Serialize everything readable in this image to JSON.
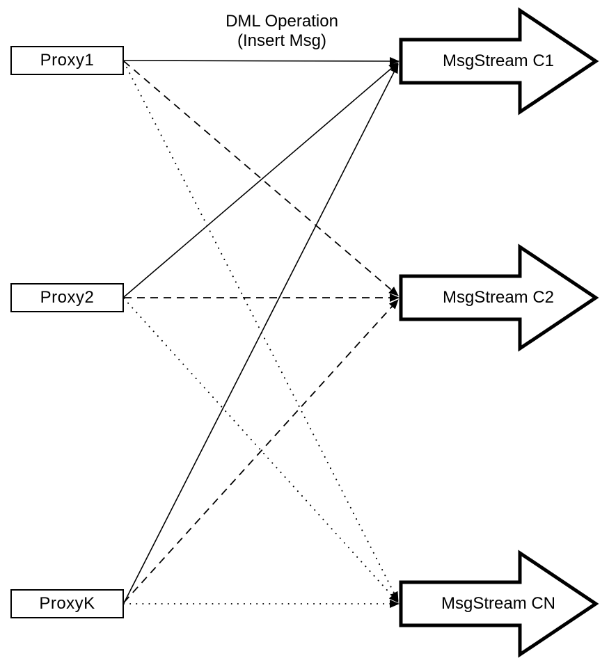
{
  "diagram": {
    "title": {
      "line1": "DML Operation",
      "line2": "(Insert Msg)"
    },
    "proxies": [
      {
        "id": "proxy1",
        "label": "Proxy1"
      },
      {
        "id": "proxy2",
        "label": "Proxy2"
      },
      {
        "id": "proxyk",
        "label": "ProxyK"
      }
    ],
    "streams": [
      {
        "id": "c1",
        "label": "MsgStream C1"
      },
      {
        "id": "c2",
        "label": "MsgStream C2"
      },
      {
        "id": "cn",
        "label": "MsgStream CN"
      }
    ],
    "connections": [
      {
        "from": "Proxy1",
        "to": "MsgStream C1",
        "line": "solid"
      },
      {
        "from": "Proxy1",
        "to": "MsgStream C2",
        "line": "dashed"
      },
      {
        "from": "Proxy1",
        "to": "MsgStream CN",
        "line": "dotted"
      },
      {
        "from": "Proxy2",
        "to": "MsgStream C1",
        "line": "solid"
      },
      {
        "from": "Proxy2",
        "to": "MsgStream C2",
        "line": "dashed"
      },
      {
        "from": "Proxy2",
        "to": "MsgStream CN",
        "line": "dotted"
      },
      {
        "from": "ProxyK",
        "to": "MsgStream C1",
        "line": "solid"
      },
      {
        "from": "ProxyK",
        "to": "MsgStream C2",
        "line": "dashed"
      },
      {
        "from": "ProxyK",
        "to": "MsgStream CN",
        "line": "dotted"
      }
    ],
    "colors": {
      "line": "#000000",
      "background": "#ffffff",
      "node_fill": "#ffffff"
    }
  }
}
